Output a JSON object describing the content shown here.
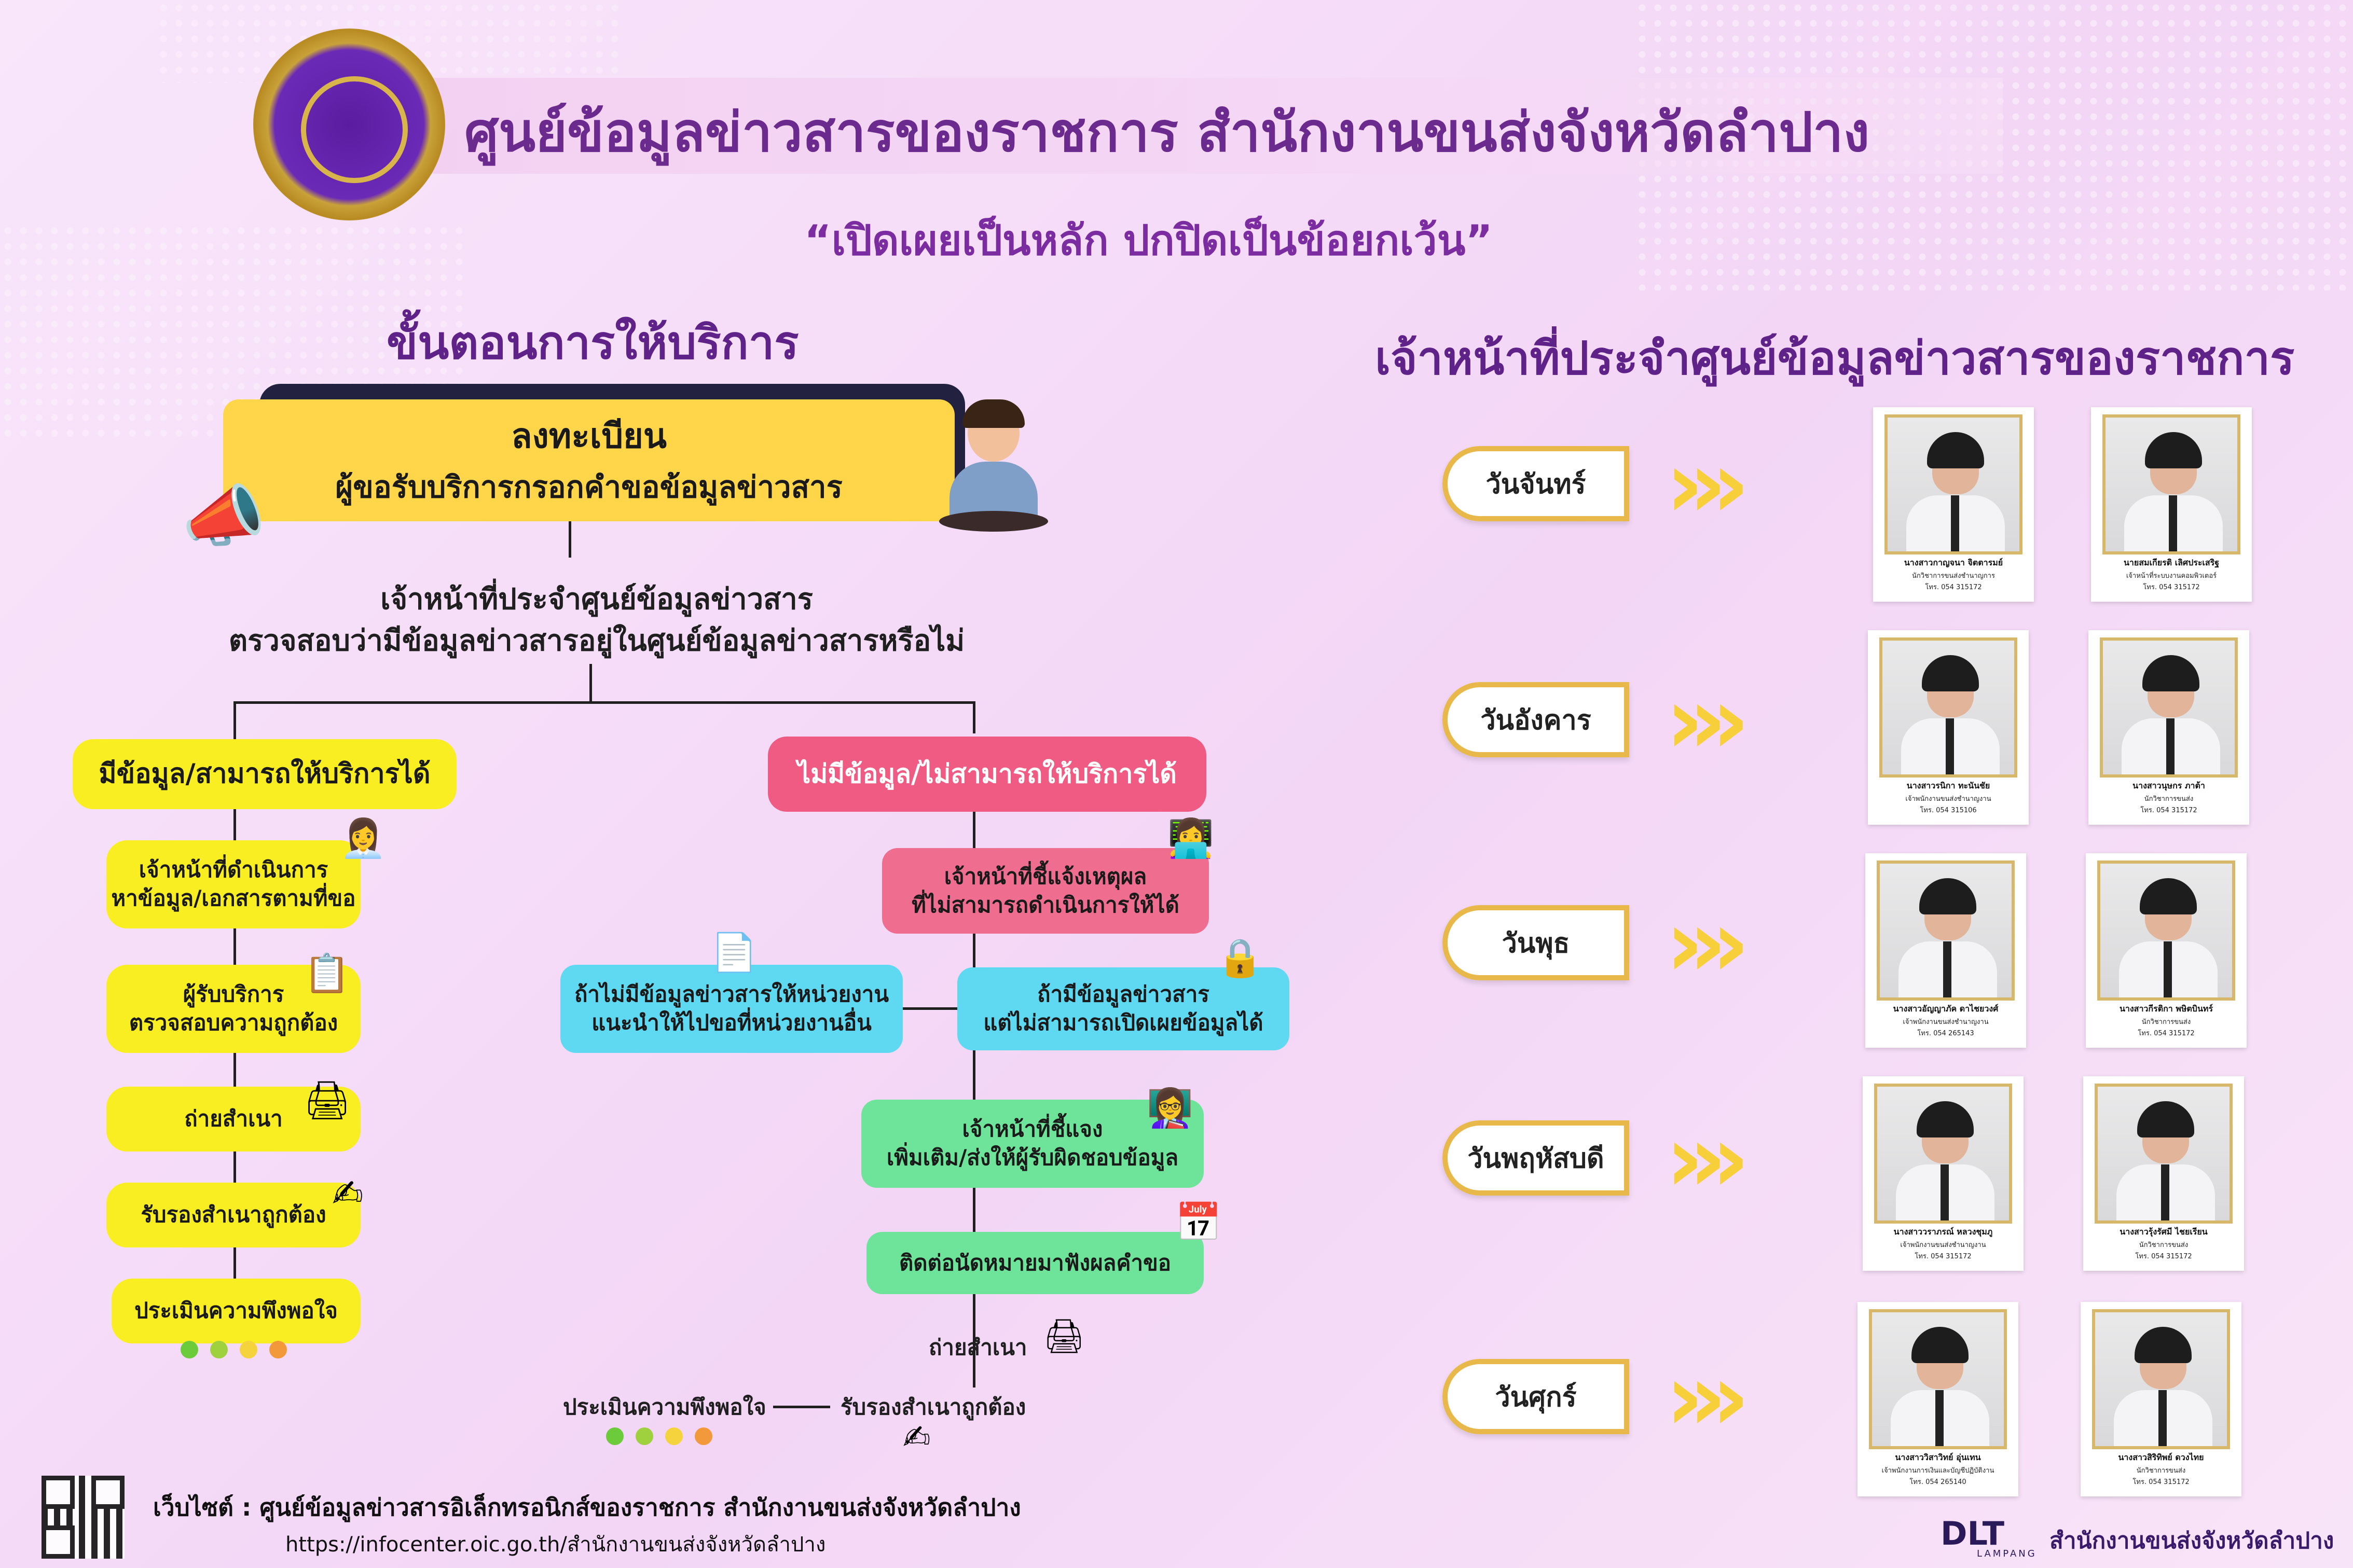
{
  "header": {
    "title": "ศูนย์ข้อมูลข่าวสารของราชการ สำนักงานขนส่งจังหวัดลำปาง",
    "motto": "“เปิดเผยเป็นหลัก  ปกปิดเป็นข้อยกเว้น”"
  },
  "process": {
    "heading": "ขั้นตอนการให้บริการ",
    "register_title": "ลงทะเบียน",
    "register_desc": "ผู้ขอรับบริการกรอกคำขอข้อมูลข่าวสาร",
    "check_line1": "เจ้าหน้าที่ประจำศูนย์ข้อมูลข่าวสาร",
    "check_line2": "ตรวจสอบว่ามีข้อมูลข่าวสารอยู่ในศูนย์ข้อมูลข่าวสารหรือไม่",
    "yes_branch": {
      "label": "มีข้อมูล/สามารถให้บริการได้",
      "steps": [
        {
          "line1": "เจ้าหน้าที่ดำเนินการ",
          "line2": "หาข้อมูล/เอกสารตามที่ขอ"
        },
        {
          "line1": "ผู้รับบริการ",
          "line2": "ตรวจสอบความถูกต้อง"
        },
        {
          "line1": "ถ่ายสำเนา",
          "line2": ""
        },
        {
          "line1": "รับรองสำเนาถูกต้อง",
          "line2": ""
        },
        {
          "line1": "ประเมินความพึงพอใจ",
          "line2": ""
        }
      ]
    },
    "no_branch": {
      "label": "ไม่มีข้อมูล/ไม่สามารถให้บริการได้",
      "explain_line1": "เจ้าหน้าที่ชี้แจ้งเหตุผล",
      "explain_line2": "ที่ไม่สามารถดำเนินการให้ได้",
      "left_line1": "ถ้าไม่มีข้อมูลข่าวสารให้หน่วยงาน",
      "left_line2": "แนะนำให้ไปขอที่หน่วยงานอื่น",
      "right_line1": "ถ้ามีข้อมูลข่าวสาร",
      "right_line2": "แต่ไม่สามารถเปิดเผยข้อมูลได้",
      "clarify_line1": "เจ้าหน้าที่ชี้แจง",
      "clarify_line2": "เพิ่มเติม/ส่งให้ผู้รับผิดชอบข้อมูล",
      "appointment": "ติดต่อนัดหมายมาฟังผลคำขอ",
      "copy": "ถ่ายสำเนา",
      "certify": "รับรองสำเนาถูกต้อง",
      "evaluate": "ประเมินความพึงพอใจ"
    }
  },
  "staff": {
    "heading": "เจ้าหน้าที่ประจำศูนย์ข้อมูลข่าวสารของราชการ",
    "days": [
      {
        "day": "วันจันทร์",
        "people": [
          {
            "name": "นางสาวกาญจนา จิตตารมย์",
            "position": "นักวิชาการขนส่งชำนาญการ",
            "tel": "โทร. 054 315172"
          },
          {
            "name": "นายสมเกียรติ เลิศประเสริฐ",
            "position": "เจ้าหน้าที่ระบบงานคอมพิวเตอร์",
            "tel": "โทร. 054 315172"
          }
        ]
      },
      {
        "day": "วันอังคาร",
        "people": [
          {
            "name": "นางสาวรนิกา ทะนันชัย",
            "position": "เจ้าพนักงานขนส่งชำนาญงาน",
            "tel": "โทร. 054 315106"
          },
          {
            "name": "นางสาวนุษกร ภาต้า",
            "position": "นักวิชาการขนส่ง",
            "tel": "โทร. 054 315172"
          }
        ]
      },
      {
        "day": "วันพุธ",
        "people": [
          {
            "name": "นางสาวอัญญาภัค ดาไชยวงศ์",
            "position": "เจ้าพนักงานขนส่งชำนาญงาน",
            "tel": "โทร. 054 265143"
          },
          {
            "name": "นางสาวกีรติกา พษิตบินทร์",
            "position": "นักวิชาการขนส่ง",
            "tel": "โทร. 054 315172"
          }
        ]
      },
      {
        "day": "วันพฤหัสบดี",
        "people": [
          {
            "name": "นางสาววราภรณ์ หลวงชุมภู",
            "position": "เจ้าพนักงานขนส่งชำนาญงาน",
            "tel": "โทร. 054 315172"
          },
          {
            "name": "นางสาวรุ้งรัศมี ไชยเรียน",
            "position": "นักวิชาการขนส่ง",
            "tel": "โทร. 054 315172"
          }
        ]
      },
      {
        "day": "วันศุกร์",
        "people": [
          {
            "name": "นางสาววิสาวิทย์ อุ่นเทน",
            "position": "เจ้าพนักงานการเงินและบัญชีปฏิบัติงาน",
            "tel": "โทร. 054 265140"
          },
          {
            "name": "นางสาวสิริทิพย์ ดวงไทย",
            "position": "นักวิชาการขนส่ง",
            "tel": "โทร. 054 315172"
          }
        ]
      }
    ]
  },
  "footer": {
    "website_label": "เว็บไซต์ : ศูนย์ข้อมูลข่าวสารอิเล็กทรอนิกส์ของราชการ สำนักงานขนส่งจังหวัดลำปาง",
    "url": "https://infocenter.oic.go.th/สำนักงานขนส่งจังหวัดลำปาง",
    "brand": "สำนักงานขนส่งจังหวัดลำปาง",
    "logo_text": "DLT",
    "logo_sub": "LAMPANG"
  },
  "icons": {
    "seal": "transport-department-seal-icon",
    "megaphone": "megaphone-icon",
    "chevron": "triple-chevron-icon",
    "qr": "qr-code-icon"
  },
  "colors": {
    "background": "#f7dff7",
    "title": "#6b2a8e",
    "yellow": "#f9ee22",
    "pink": "#ef5b82",
    "cyan": "#5fd9f2",
    "green": "#6de49a",
    "gold": "#ffd54a",
    "chevron": "#f7cf3a"
  }
}
